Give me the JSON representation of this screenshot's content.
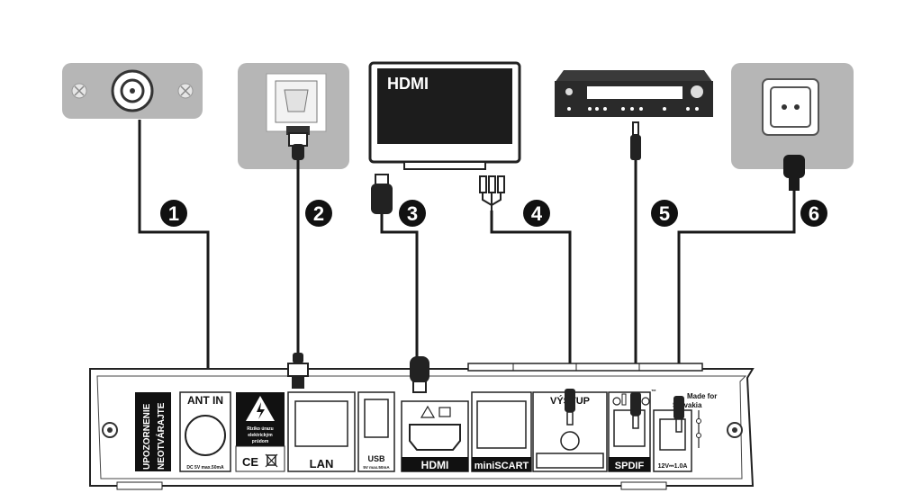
{
  "tv": {
    "label": "HDMI"
  },
  "steps": [
    "1",
    "2",
    "3",
    "4",
    "5",
    "6"
  ],
  "warning": {
    "line1": "UPOZORNENIE",
    "line2": "NEOTVÁRAJTE"
  },
  "shock": {
    "line1": "Riziko úrazu",
    "line2": "elektrickým",
    "line3": "prúdom"
  },
  "marks": {
    "ce": "CE"
  },
  "ports": {
    "ant_in": "ANT IN",
    "ant_spec": "DC 5V max.50mA",
    "lan": "LAN",
    "usb": "USB",
    "usb_spec": "5V max.50mA",
    "hdmi": "HDMI",
    "miniscart": "miniSCART",
    "vystup": "VÝSTUP",
    "spdif": "SPDIF",
    "power_spec": "12V⎓1.0A",
    "made_in": "Made for",
    "made_in2": "Slovakia",
    "tm": "™"
  },
  "colors": {
    "cable": "#1a1a1a",
    "panel": "#bdbdbd",
    "label_bg": "#111111"
  }
}
